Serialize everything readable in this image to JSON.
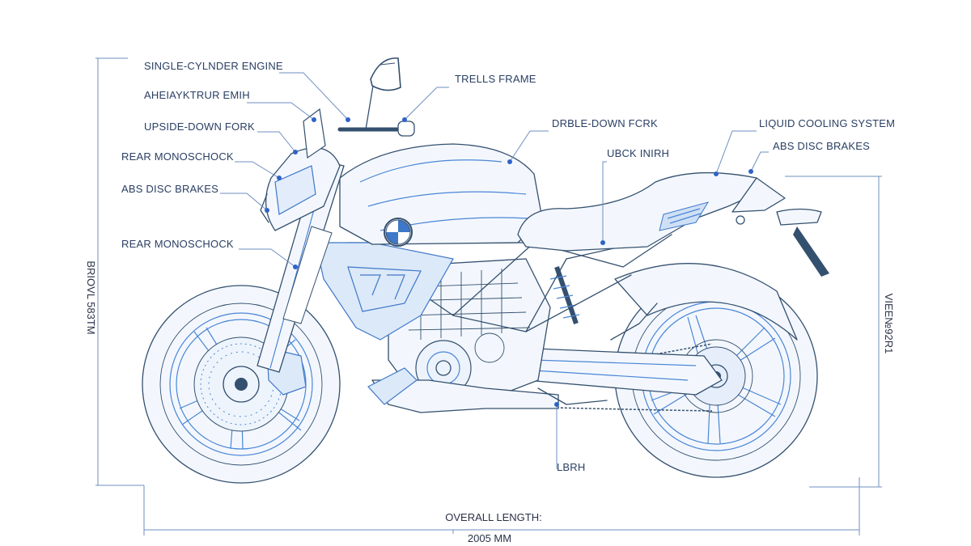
{
  "labels": {
    "single_cylinder_engine": "SINGLE-CYLNDER ENGINE",
    "garbled_top_left": "AHEIAYKTRUR EMIH",
    "upside_down_fork": "UPSIDE-DOWN FORK",
    "rear_monoshock_1": "REAR MONOSCHOCK",
    "abs_disc_brakes_left": "ABS DISC BRAKES",
    "rear_monoshock_2": "REAR MONOSCHOCK",
    "trellis_frame": "TRELLS FRAME",
    "double_down_fork": "DRBLE-DOWN FCRK",
    "uback_center": "UBCK INIRH",
    "liquid_cooling_system": "LIQUID COOLING SYSTEM",
    "abs_disc_brakes_right": "ABS DISC BRAKES",
    "lower_center": "LBRH"
  },
  "dimensions": {
    "left_vertical": "BRIOVL 583TM",
    "right_vertical": "VIEE№92R1",
    "overall_length_label": "OVERALL LENGTH:",
    "overall_length_value": "2005 MM"
  },
  "badge": {
    "brand_icon": "roundel-logo-icon"
  },
  "colors": {
    "line_ink": "#34506f",
    "accent_blue": "#3f78c8",
    "label_text": "#2a3f63"
  }
}
